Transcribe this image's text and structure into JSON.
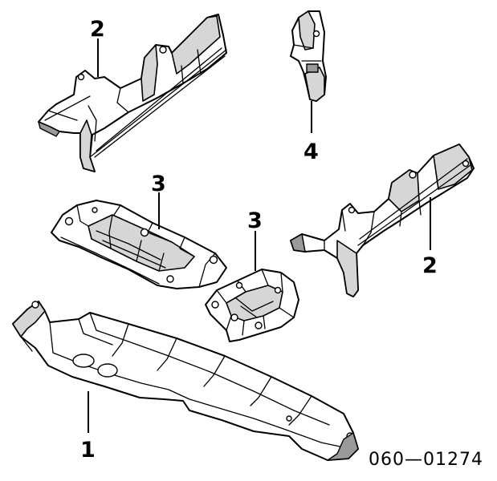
{
  "diagram": {
    "callouts": {
      "part_1": "1",
      "part_2_top_left": "2",
      "part_2_right": "2",
      "part_3_left": "3",
      "part_3_center": "3",
      "part_4": "4"
    },
    "catalog_number": "060—01274"
  }
}
